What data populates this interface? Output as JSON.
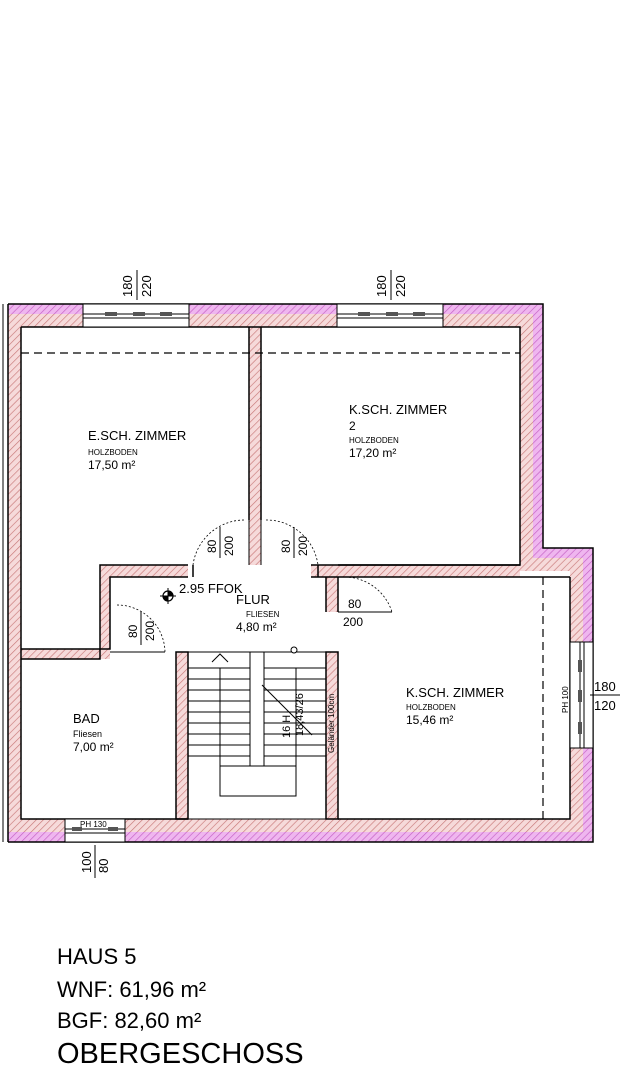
{
  "windows": {
    "top_left": {
      "width": "180",
      "height": "220"
    },
    "top_right": {
      "width": "180",
      "height": "220"
    },
    "right": {
      "width": "180",
      "height": "120",
      "parapet": "PH 100"
    },
    "bottom": {
      "width": "100",
      "height": "80",
      "parapet": "PH 130"
    }
  },
  "doors": {
    "e_sch": {
      "width": "80",
      "height": "200"
    },
    "k_sch_2": {
      "width": "80",
      "height": "200"
    },
    "bad": {
      "width": "80",
      "height": "200"
    },
    "k_sch_3": {
      "width": "80",
      "height": "200"
    }
  },
  "rooms": {
    "e_sch": {
      "name": "E.SCH. ZIMMER",
      "floor": "HOLZBODEN",
      "area": "17,50 m²"
    },
    "k_sch_2": {
      "name": "K.SCH. ZIMMER",
      "number": "2",
      "floor": "HOLZBODEN",
      "area": "17,20 m²"
    },
    "flur": {
      "name": "FLUR",
      "floor": "FLIESEN",
      "area": "4,80 m²"
    },
    "k_sch_3": {
      "name": "K.SCH. ZIMMER",
      "floor": "HOLZBODEN",
      "area": "15,46 m²"
    },
    "bad": {
      "name": "BAD",
      "floor": "Fliesen",
      "area": "7,00 m²"
    }
  },
  "level_marker": "2.95 FFOK",
  "stair": {
    "steps": "16 H",
    "dimension": "18,43/26",
    "railing": "Geländer 100cm"
  },
  "info": {
    "house": "HAUS 5",
    "wnf": "WNF: 61,96 m²",
    "bgf": "BGF: 82,60 m²",
    "floor_name": "OBERGESCHOSS"
  }
}
